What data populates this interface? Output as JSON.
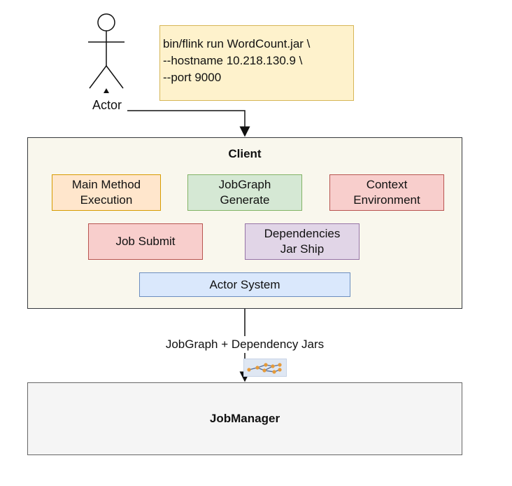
{
  "actor": {
    "label": "Actor",
    "icon": "stick-figure-icon"
  },
  "command_note": {
    "lines": [
      "bin/flink run WordCount.jar \\",
      "--hostname 10.218.130.9 \\",
      "--port 9000"
    ]
  },
  "client": {
    "title": "Client",
    "modules": {
      "main_method": {
        "line1": "Main Method",
        "line2": "Execution"
      },
      "jobgraph": {
        "line1": "JobGraph",
        "line2": "Generate"
      },
      "context": {
        "line1": "Context",
        "line2": "Environment"
      },
      "job_submit": {
        "line1": "Job Submit"
      },
      "dependencies": {
        "line1": "Dependencies",
        "line2": "Jar Ship"
      },
      "actor_system": {
        "line1": "Actor System"
      }
    }
  },
  "transfer": {
    "label": "JobGraph  + Dependency  Jars",
    "icon": "job-graph-icon"
  },
  "jobmanager": {
    "title": "JobManager"
  },
  "colors": {
    "note_fill": "#fef2cc",
    "note_stroke": "#d6b656",
    "client_fill": "#f9f7ed",
    "orange_fill": "#ffe6cc",
    "green_fill": "#d5e8d4",
    "red_fill": "#f8cecc",
    "purple_fill": "#e1d5e7",
    "blue_fill": "#dae8fc",
    "jobmanager_fill": "#f5f5f5"
  }
}
